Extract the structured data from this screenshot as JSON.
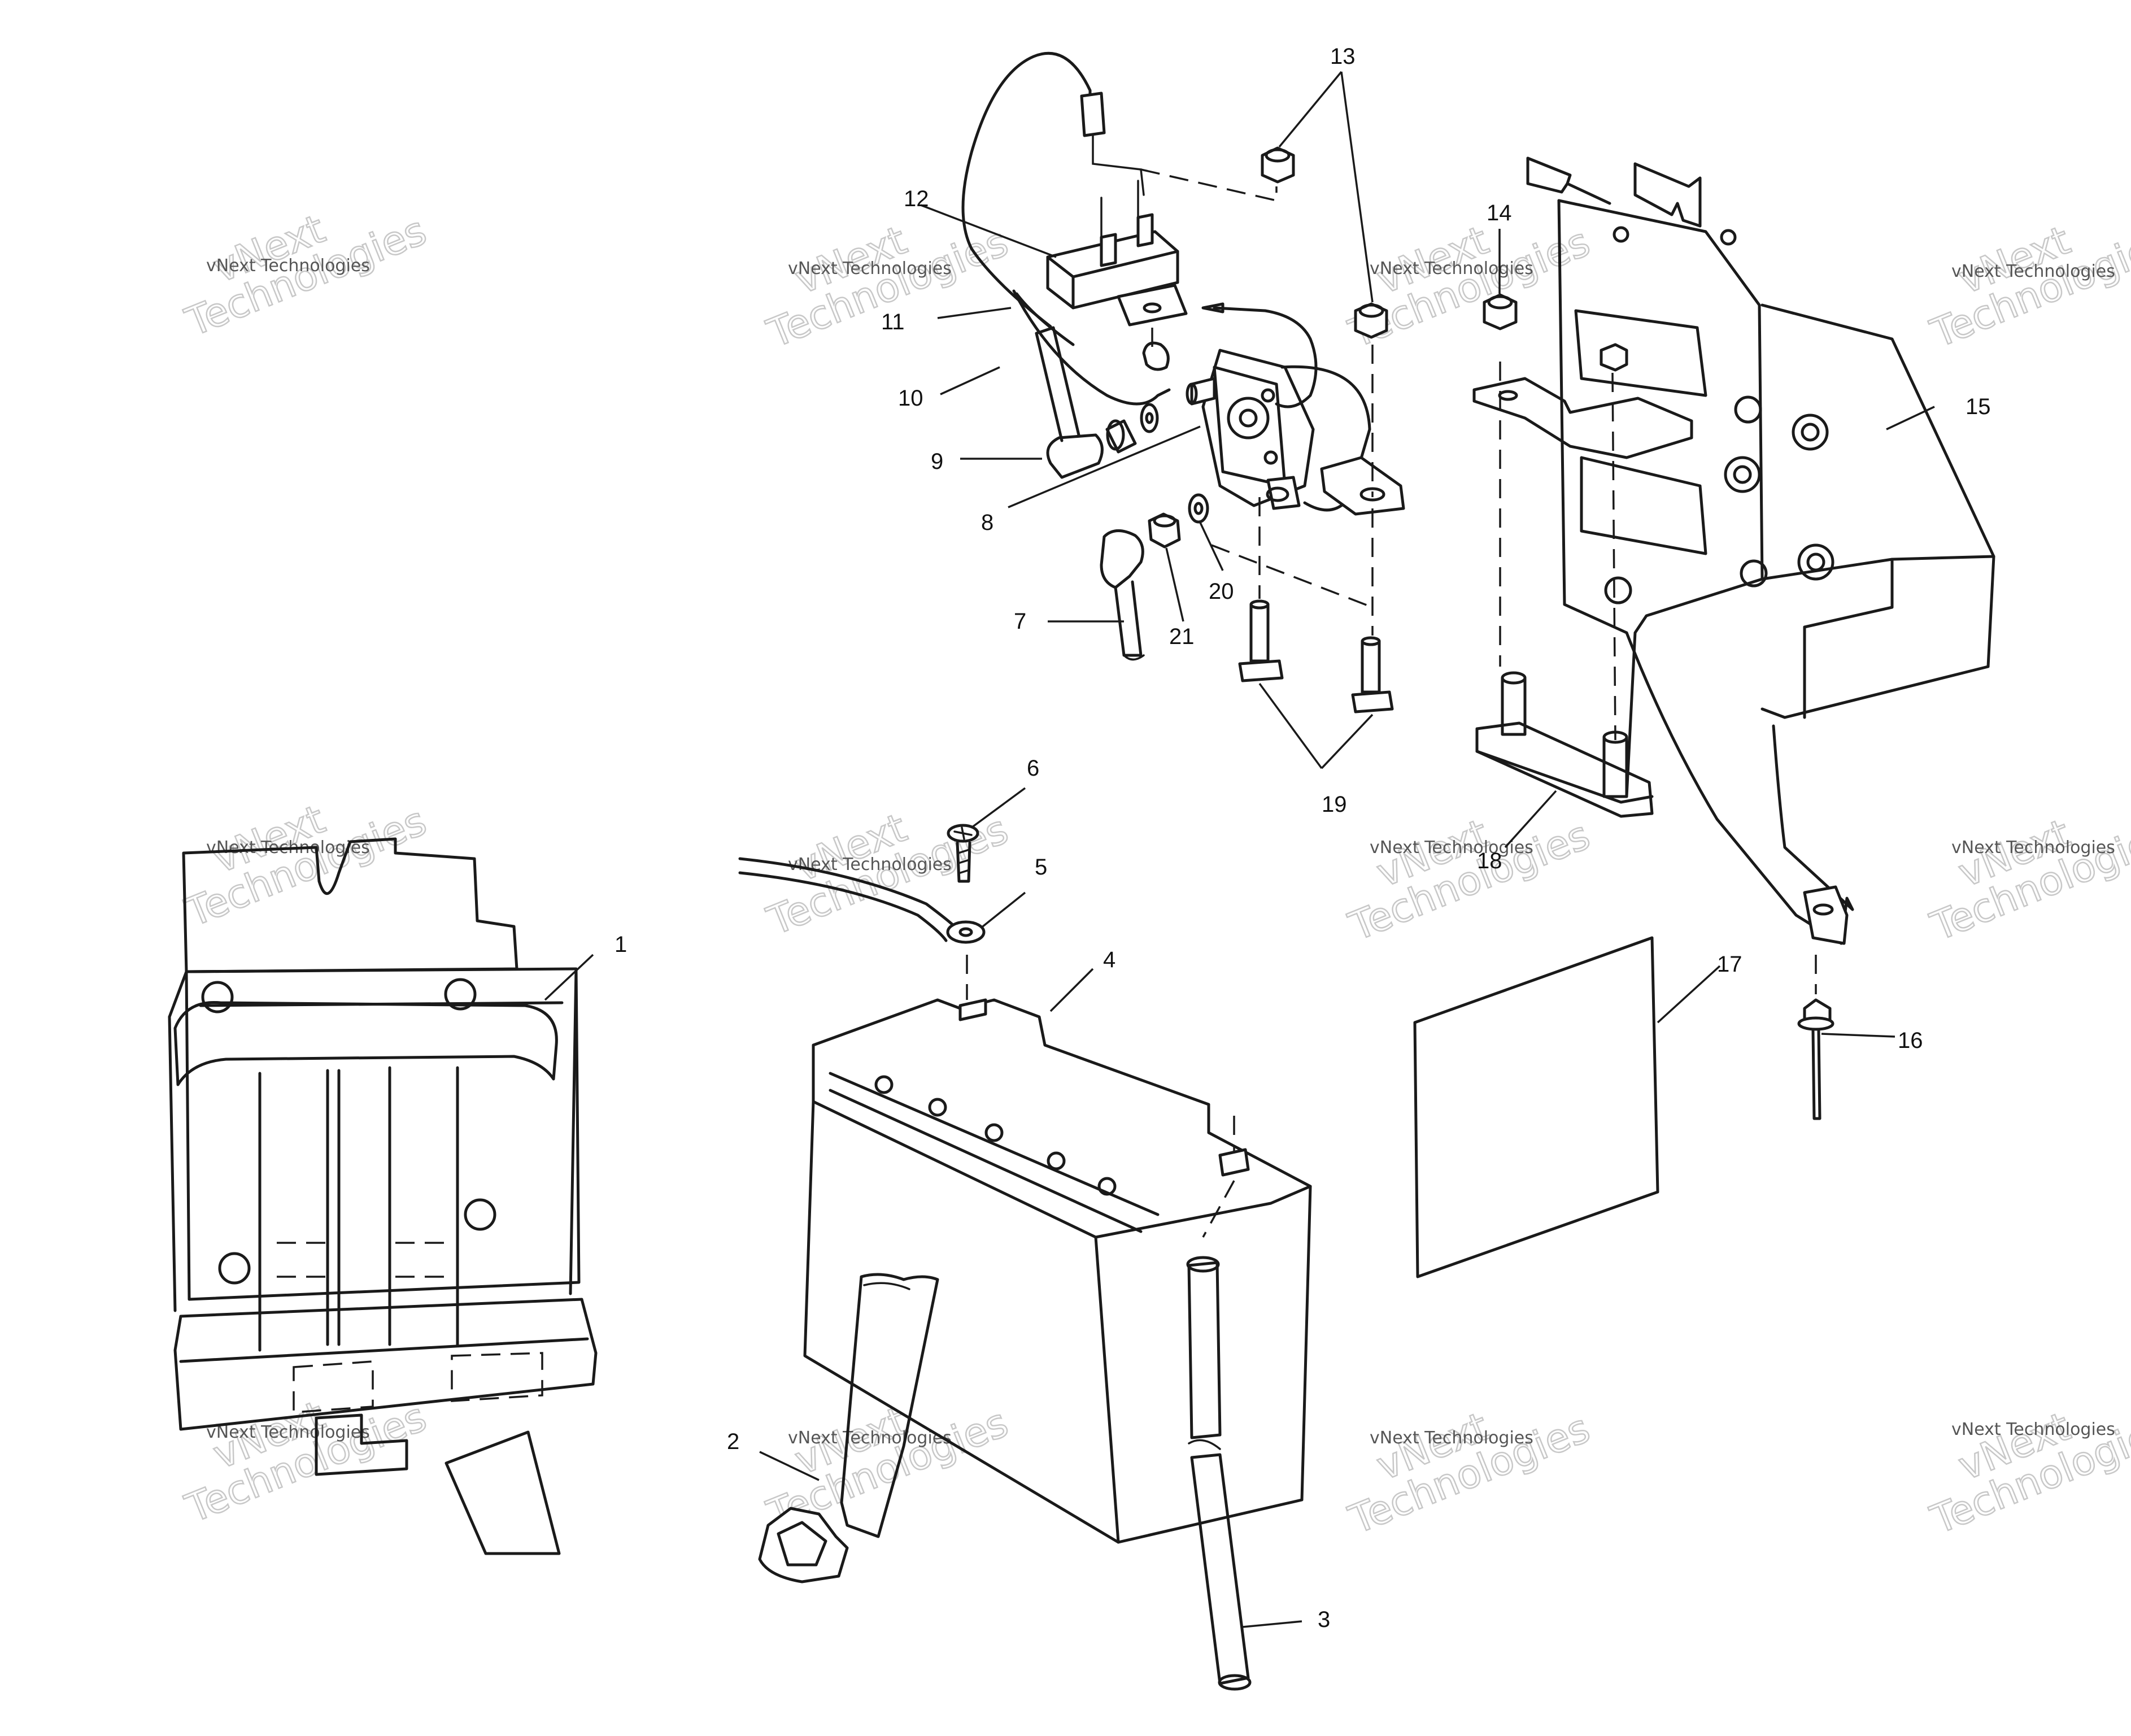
{
  "callouts": [
    {
      "id": "1",
      "label": "1"
    },
    {
      "id": "2",
      "label": "2"
    },
    {
      "id": "3",
      "label": "3"
    },
    {
      "id": "4",
      "label": "4"
    },
    {
      "id": "5",
      "label": "5"
    },
    {
      "id": "6",
      "label": "6"
    },
    {
      "id": "7",
      "label": "7"
    },
    {
      "id": "8",
      "label": "8"
    },
    {
      "id": "9",
      "label": "9"
    },
    {
      "id": "10",
      "label": "10"
    },
    {
      "id": "11",
      "label": "11"
    },
    {
      "id": "12",
      "label": "12"
    },
    {
      "id": "13",
      "label": "13"
    },
    {
      "id": "14",
      "label": "14"
    },
    {
      "id": "15",
      "label": "15"
    },
    {
      "id": "16",
      "label": "16"
    },
    {
      "id": "17",
      "label": "17"
    },
    {
      "id": "18",
      "label": "18"
    },
    {
      "id": "19",
      "label": "19"
    },
    {
      "id": "20",
      "label": "20"
    },
    {
      "id": "21",
      "label": "21"
    }
  ],
  "watermark": {
    "line1": "vNext",
    "line2": "Technologies",
    "small": "vNext Technologies"
  },
  "colors": {
    "line": "#1a1a1a",
    "background": "#ffffff",
    "watermark": "#c8c8c8"
  }
}
